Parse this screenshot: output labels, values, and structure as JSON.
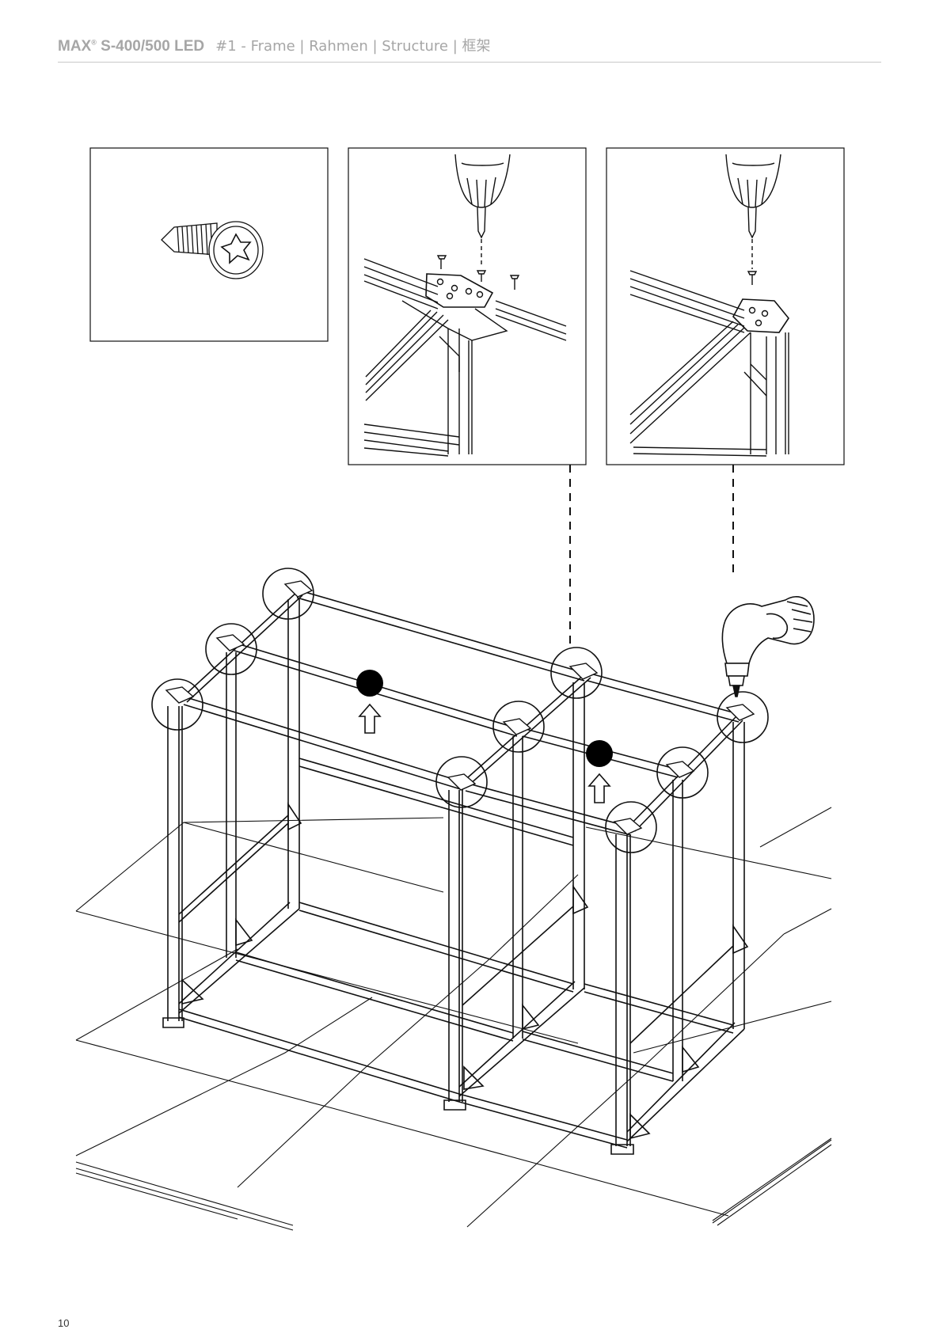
{
  "header": {
    "model": "MAX",
    "reg": "®",
    "model_rest": " S-400/500 LED",
    "section": "#1 - Frame  |  Rahmen  |  Structure  |  框架"
  },
  "page_number": "10",
  "colors": {
    "line": "#111111",
    "header_text": "#a6a6a6",
    "rule": "#c8c8c8"
  }
}
